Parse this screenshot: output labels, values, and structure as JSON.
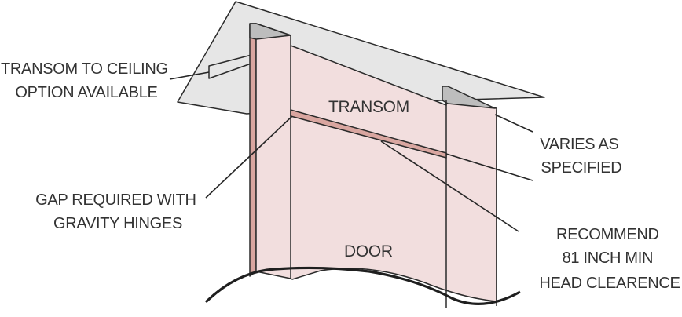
{
  "colors": {
    "ceiling": "#e6e6e6",
    "panel": "#f2dede",
    "post": "#d9a6a0",
    "outline": "#2b2b2b",
    "text": "#333333"
  },
  "labels": {
    "transom": "TRANSOM",
    "door": "DOOR"
  },
  "callouts": {
    "transom_to_ceiling": [
      "TRANSOM TO CEILING",
      "OPTION AVAILABLE"
    ],
    "gap_required": [
      "GAP REQUIRED WITH",
      "GRAVITY HINGES"
    ],
    "varies": [
      "VARIES AS",
      "SPECIFIED"
    ],
    "recommend": [
      "RECOMMEND",
      "81 INCH MIN",
      "HEAD CLEARENCE"
    ]
  }
}
